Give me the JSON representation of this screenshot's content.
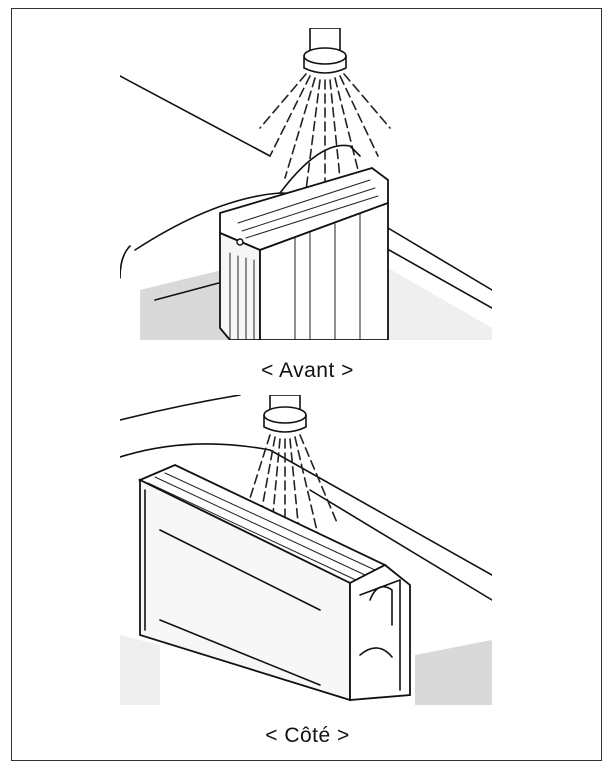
{
  "figures": [
    {
      "id": "front",
      "caption": "< Avant >"
    },
    {
      "id": "side",
      "caption": "< Côté >"
    }
  ]
}
